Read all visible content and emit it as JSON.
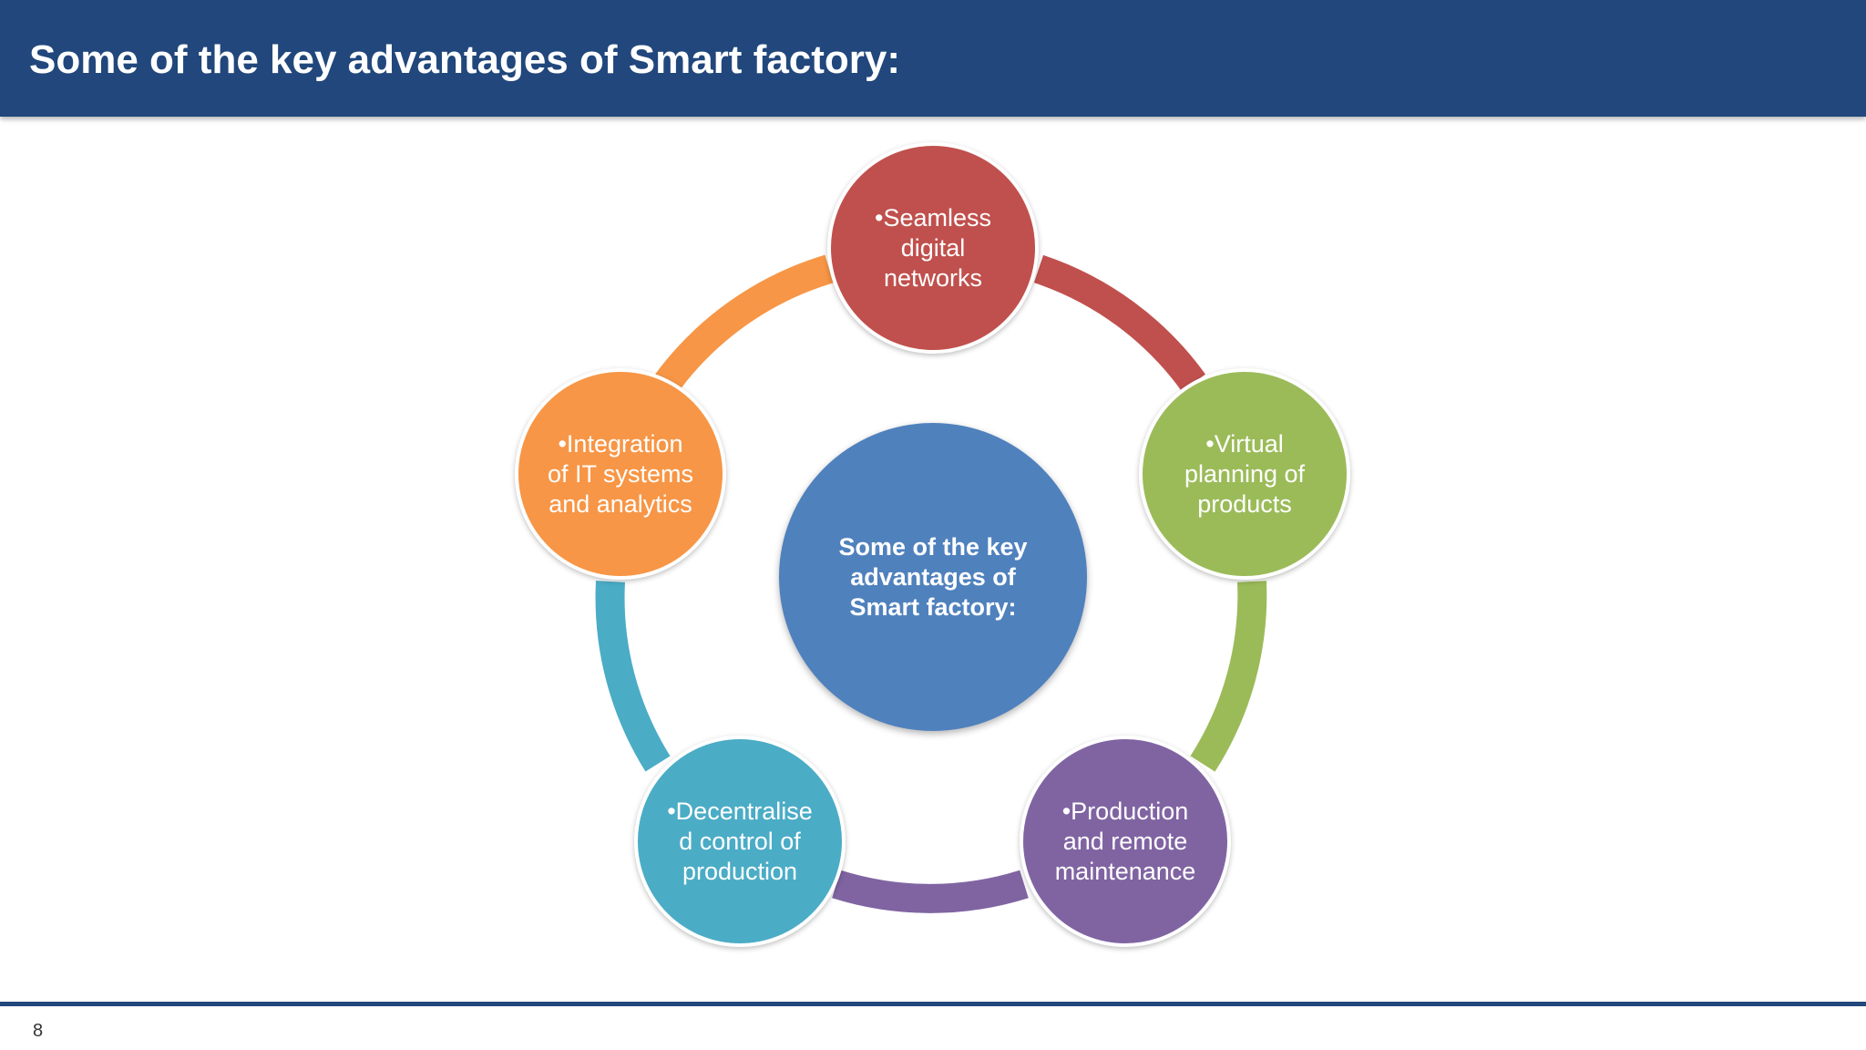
{
  "header": {
    "title": "Some of the key advantages of Smart factory:"
  },
  "diagram": {
    "center": {
      "label": "Some of the key\nadvantages of\nSmart factory:",
      "color": "#4f81bd"
    },
    "nodes": [
      {
        "label": "•Seamless\ndigital\nnetworks",
        "color": "#c0504d"
      },
      {
        "label": "•Virtual\nplanning of\nproducts",
        "color": "#9bbb59"
      },
      {
        "label": "•Production\nand remote\nmaintenance",
        "color": "#8064a2"
      },
      {
        "label": "•Decentralise\nd control of\nproduction",
        "color": "#4bacc6"
      },
      {
        "label": "•Integration\nof IT systems\nand analytics",
        "color": "#f79646"
      }
    ]
  },
  "footer": {
    "page_number": "8",
    "line_color": "#21477c"
  }
}
